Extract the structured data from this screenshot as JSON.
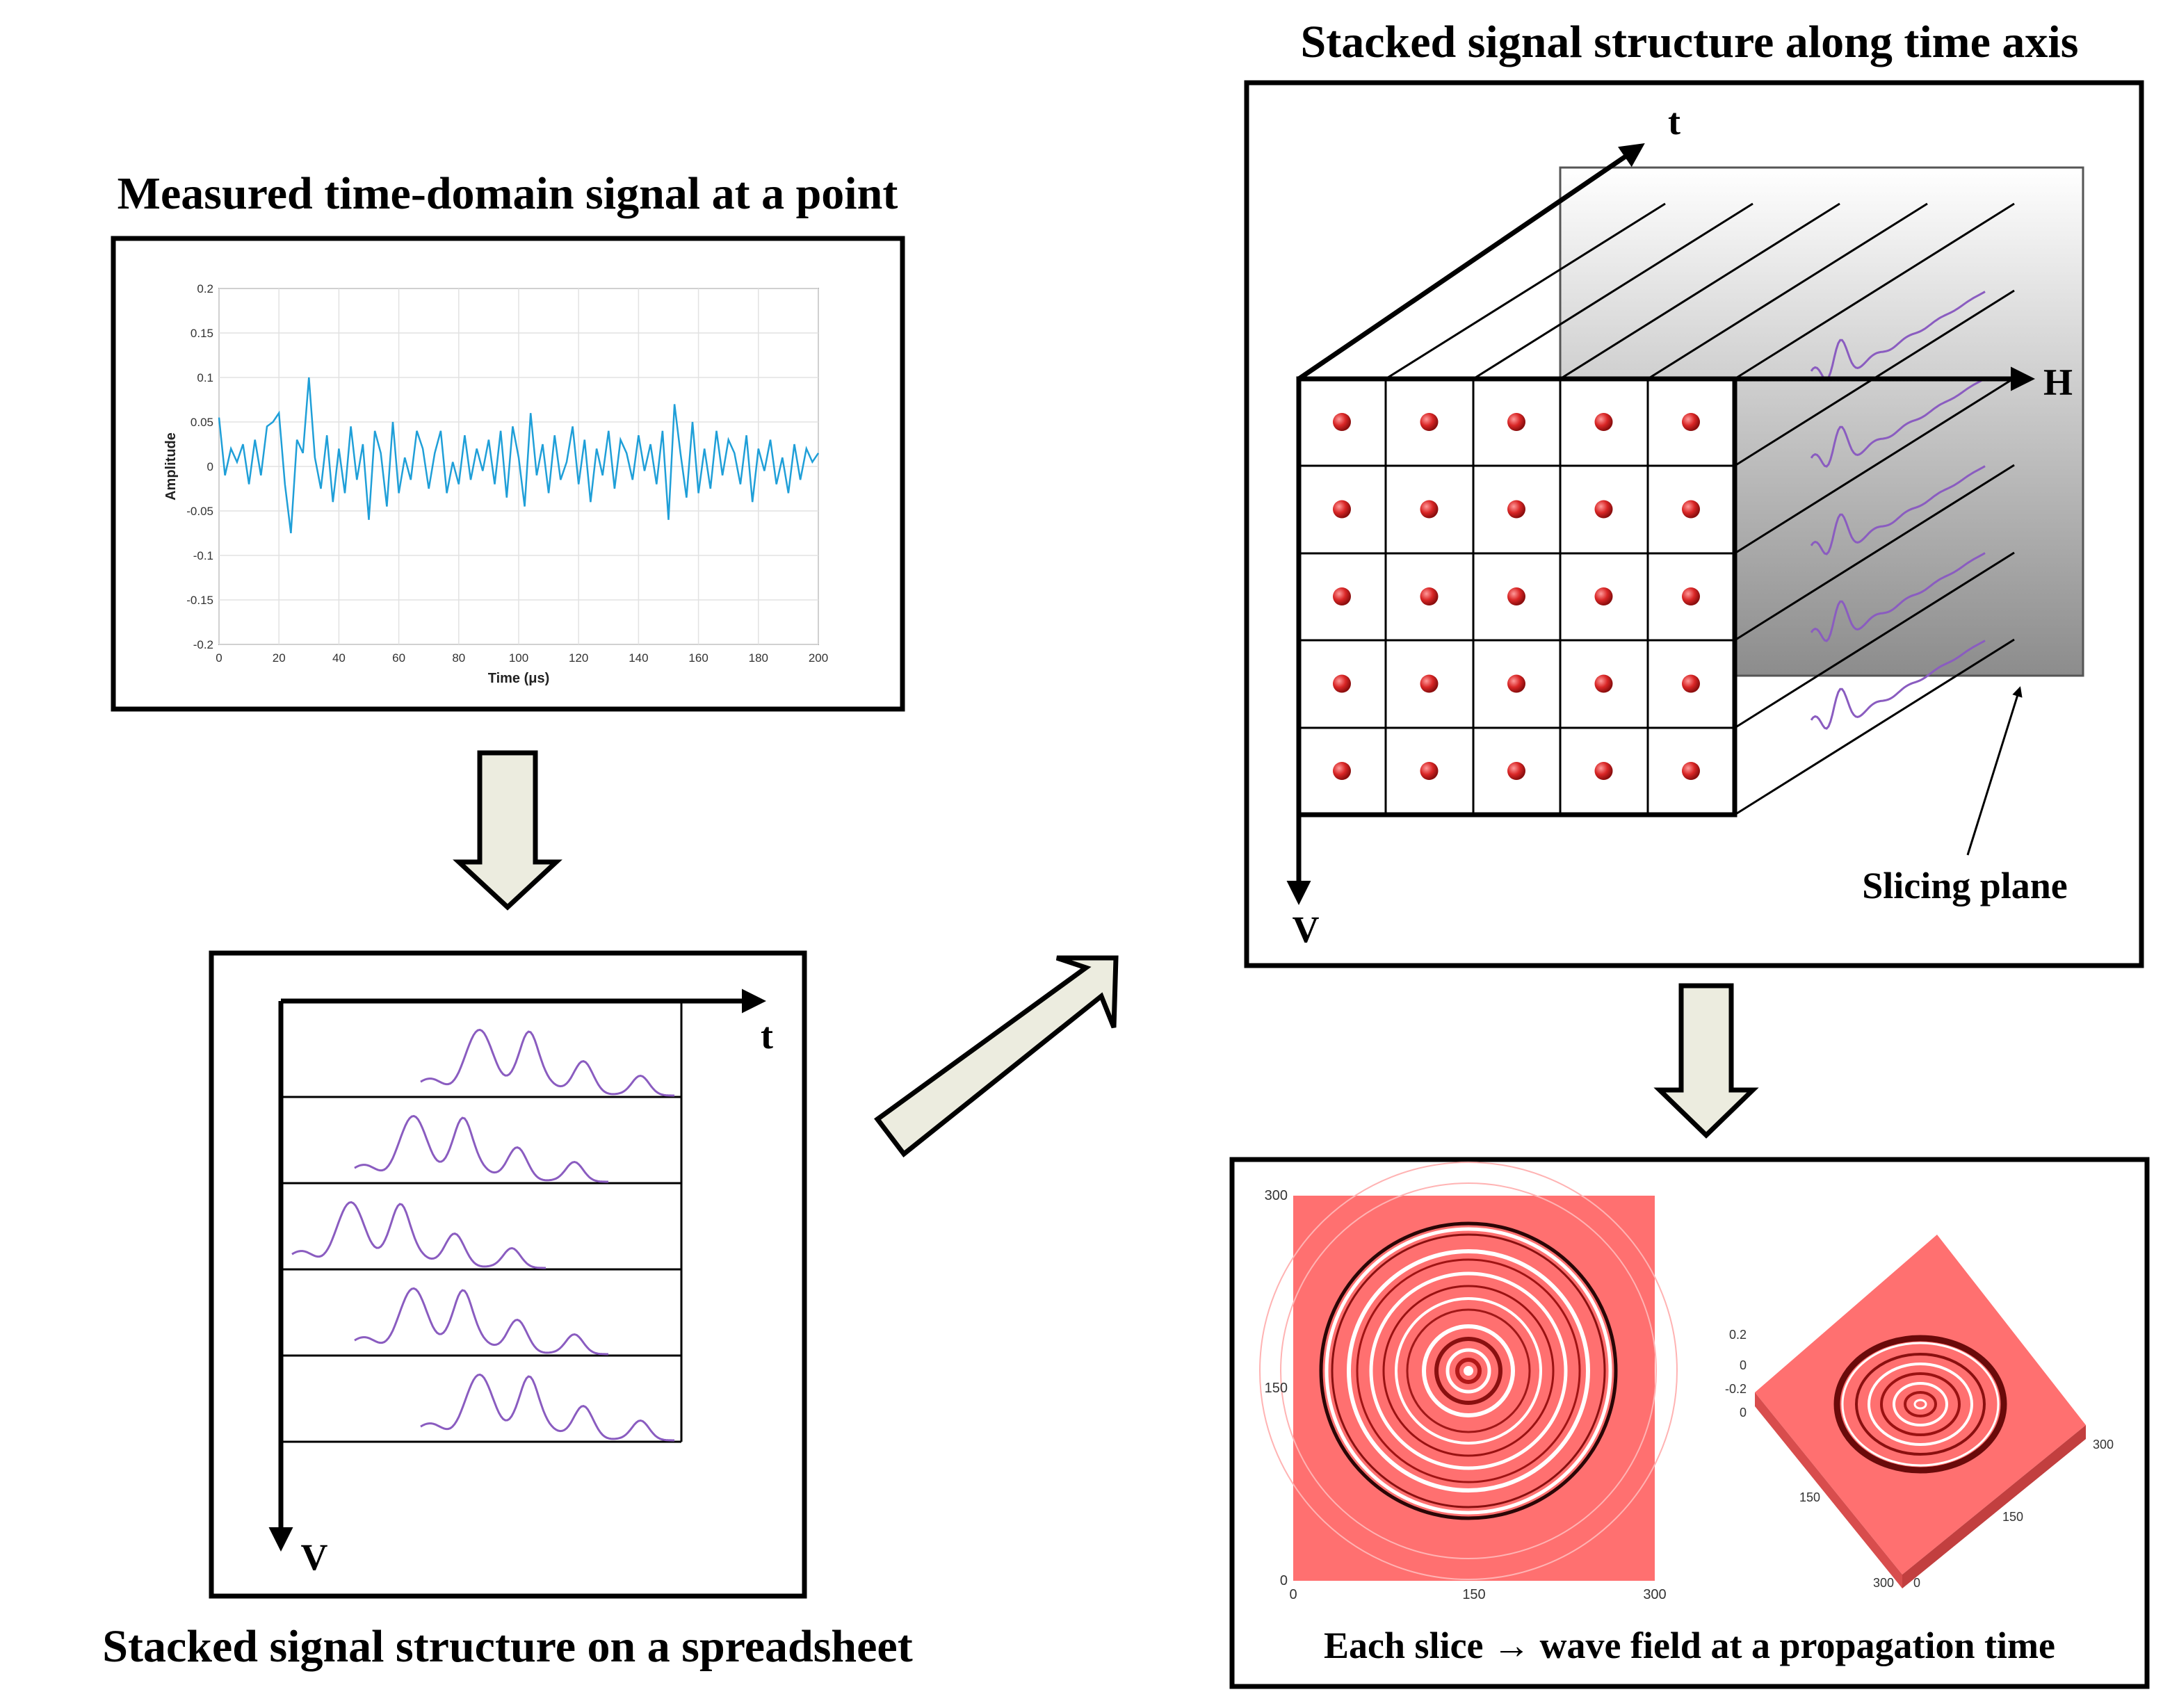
{
  "titles": {
    "measured": "Measured time-domain signal at a point",
    "spreadsheet": "Stacked signal structure on a spreadsheet",
    "timeaxis": "Stacked signal structure along time axis",
    "slice": "Each slice → wave field at a propagation time"
  },
  "labels": {
    "slicing_plane": "Slicing plane"
  },
  "axes": {
    "t": "t",
    "v": "V",
    "h": "H"
  },
  "colors": {
    "signal": "#1f9fd8",
    "waves": "#8a5cc0",
    "dots": "#d92626",
    "field": "#ff7070",
    "arrow_fill": "#ececdf"
  },
  "field_map": {
    "tick_left": [
      "300",
      "150",
      "0"
    ],
    "tick_bottom": [
      "0",
      "150",
      "300"
    ]
  },
  "field_surface": {
    "z_ticks": [
      "0.2",
      "0",
      "-0.2"
    ],
    "y_ticks": [
      "0",
      "150",
      "300"
    ],
    "x_ticks": [
      "0",
      "150",
      "300"
    ]
  },
  "chart_data": {
    "type": "line",
    "title": "",
    "xlabel": "Time (μs)",
    "ylabel": "Amplitude",
    "xlim": [
      0,
      200
    ],
    "ylim": [
      -0.2,
      0.2
    ],
    "x_ticks": [
      "0",
      "20",
      "40",
      "60",
      "80",
      "100",
      "120",
      "140",
      "160",
      "180",
      "200"
    ],
    "y_ticks": [
      "0.2",
      "0.15",
      "0.1",
      "0.05",
      "0",
      "-0.05",
      "-0.1",
      "-0.15",
      "-0.2"
    ],
    "grid": true,
    "series": [
      {
        "x": [
          0,
          2,
          4,
          6,
          8,
          10,
          12,
          14,
          16,
          18,
          20,
          22,
          24,
          26,
          28,
          30,
          32,
          34,
          36,
          38,
          40,
          42,
          44,
          46,
          48,
          50,
          52,
          54,
          56,
          58,
          60,
          62,
          64,
          66,
          68,
          70,
          72,
          74,
          76,
          78,
          80,
          82,
          84,
          86,
          88,
          90,
          92,
          94,
          96,
          98,
          100,
          102,
          104,
          106,
          108,
          110,
          112,
          114,
          116,
          118,
          120,
          122,
          124,
          126,
          128,
          130,
          132,
          134,
          136,
          138,
          140,
          142,
          144,
          146,
          148,
          150,
          152,
          154,
          156,
          158,
          160,
          162,
          164,
          166,
          168,
          170,
          172,
          174,
          176,
          178,
          180,
          182,
          184,
          186,
          188,
          190,
          192,
          194,
          196,
          198,
          200
        ],
        "y": [
          0.055,
          -0.01,
          0.02,
          0.005,
          0.025,
          -0.02,
          0.03,
          -0.01,
          0.045,
          0.05,
          0.06,
          -0.02,
          -0.075,
          0.03,
          0.015,
          0.1,
          0.01,
          -0.025,
          0.035,
          -0.04,
          0.02,
          -0.03,
          0.045,
          -0.015,
          0.025,
          -0.06,
          0.04,
          0.015,
          -0.045,
          0.05,
          -0.03,
          0.01,
          -0.015,
          0.04,
          0.02,
          -0.025,
          0.015,
          0.04,
          -0.03,
          0.005,
          -0.02,
          0.035,
          -0.015,
          0.02,
          -0.005,
          0.03,
          -0.02,
          0.04,
          -0.035,
          0.045,
          0.01,
          -0.045,
          0.06,
          -0.01,
          0.025,
          -0.03,
          0.035,
          -0.015,
          0.005,
          0.045,
          -0.02,
          0.03,
          -0.04,
          0.02,
          -0.01,
          0.04,
          -0.025,
          0.03,
          0.015,
          -0.015,
          0.035,
          -0.005,
          0.025,
          -0.02,
          0.04,
          -0.06,
          0.07,
          0.015,
          -0.035,
          0.05,
          -0.03,
          0.02,
          -0.025,
          0.04,
          -0.01,
          0.03,
          0.015,
          -0.02,
          0.035,
          -0.04,
          0.02,
          -0.005,
          0.03,
          -0.02,
          0.01,
          -0.03,
          0.025,
          -0.015,
          0.02,
          0.005,
          0.015
        ]
      }
    ]
  }
}
